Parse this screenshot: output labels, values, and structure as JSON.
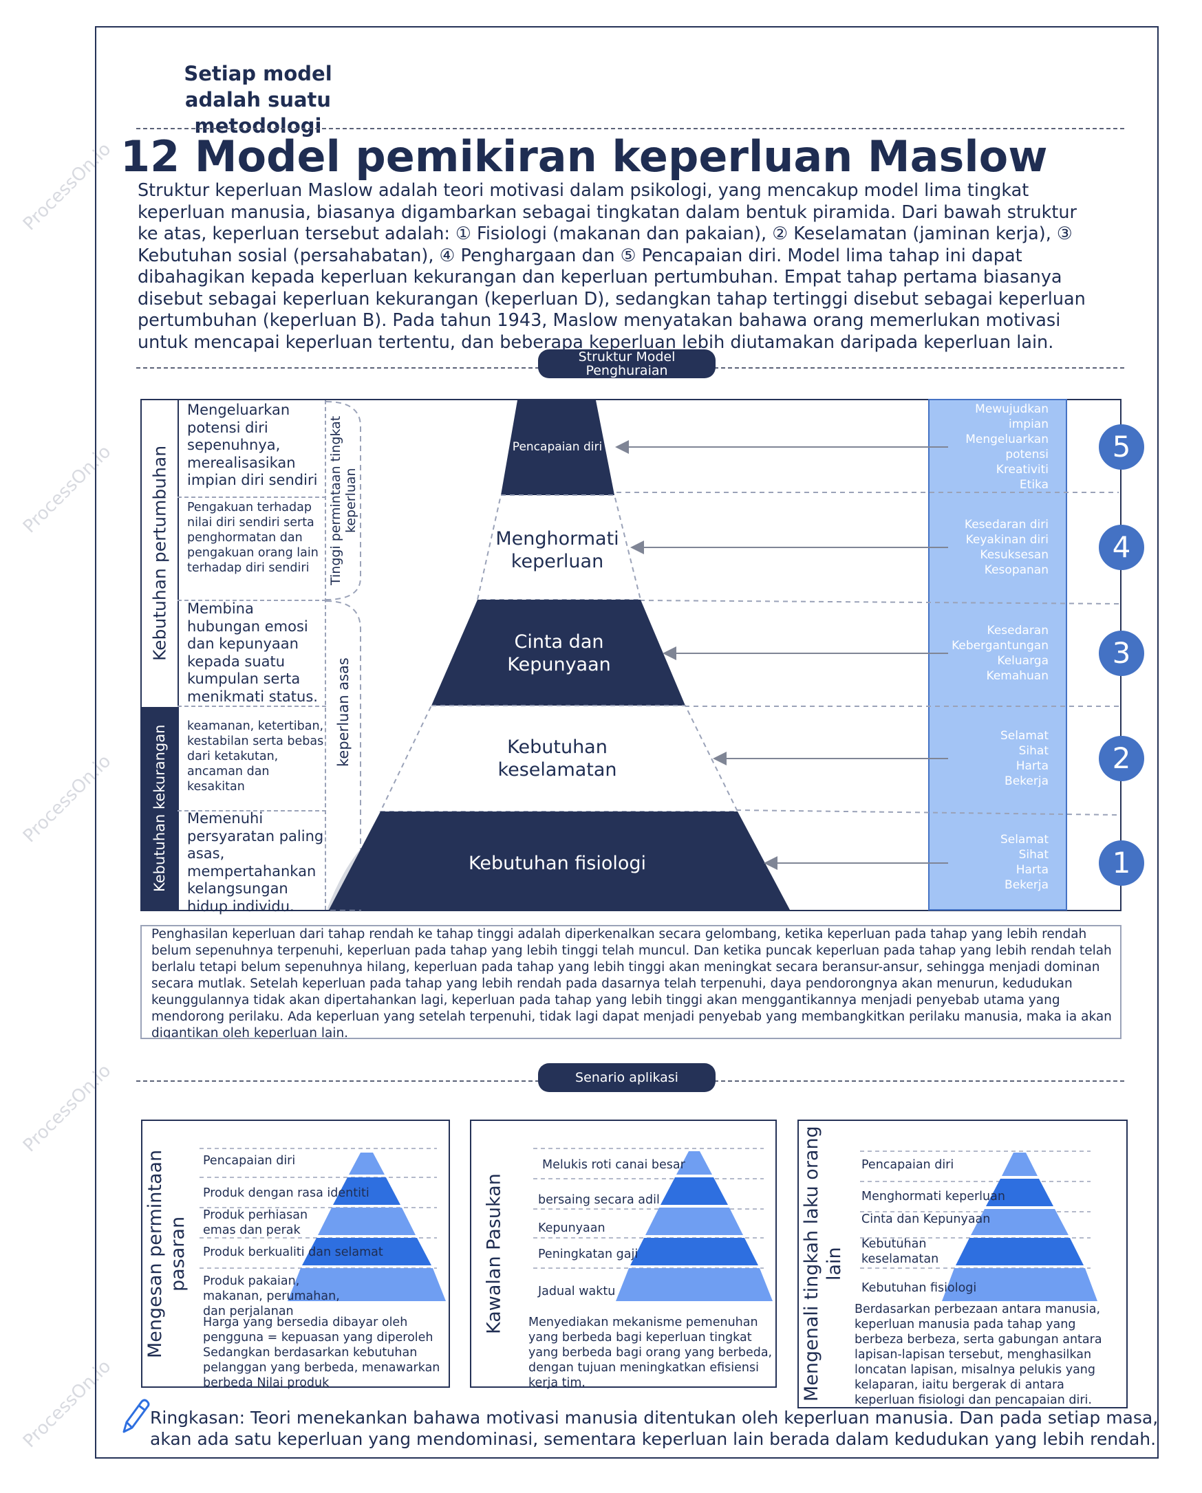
{
  "tagline": "Setiap model adalah suatu metodologi",
  "title": "12 Model pemikiran keperluan Maslow",
  "intro": "Struktur keperluan Maslow adalah teori motivasi dalam psikologi, yang mencakup model lima tingkat keperluan manusia, biasanya digambarkan sebagai tingkatan dalam bentuk piramida. Dari bawah struktur ke atas, keperluan tersebut adalah: ① Fisiologi (makanan dan pakaian), ② Keselamatan (jaminan kerja), ③ Kebutuhan sosial (persahabatan), ④ Penghargaan dan ⑤ Pencapaian diri. Model lima tahap ini dapat dibahagikan kepada keperluan kekurangan dan keperluan pertumbuhan. Empat tahap pertama biasanya disebut sebagai keperluan kekurangan (keperluan D), sedangkan tahap tertinggi disebut sebagai keperluan pertumbuhan (keperluan B). Pada tahun 1943, Maslow menyatakan bahawa orang memerlukan motivasi untuk mencapai keperluan tertentu, dan beberapa keperluan lebih diutamakan daripada keperluan lain.",
  "section1": "Struktur Model Penghuraian",
  "section2": "Senario aplikasi",
  "left_groups": {
    "growth": "Kebutuhan pertumbuhan",
    "deficiency": "Kebutuhan kekurangan"
  },
  "braces": {
    "high": "Tinggi permintaan tingkat keperluan",
    "basic": "keperluan asas"
  },
  "descriptions": [
    "Mengeluarkan potensi diri sepenuhnya, merealisasikan impian diri sendiri",
    "Pengakuan terhadap nilai diri sendiri serta penghormatan dan pengakuan orang lain terhadap diri sendiri",
    "Membina hubungan emosi dan kepunyaan kepada suatu kumpulan serta menikmati status.",
    "keamanan, ketertiban, kestabilan serta bebas dari ketakutan, ancaman dan kesakitan",
    "Memenuhi persyaratan paling asas, mempertahankan kelangsungan hidup individu."
  ],
  "pyramid": [
    {
      "label": "Pencapaian diri",
      "fill": "#253257",
      "text": "#ffffff"
    },
    {
      "label": "Menghormati keperluan",
      "fill": "#ffffff",
      "text": "#1f2d52"
    },
    {
      "label": "Cinta dan Kepunyaan",
      "fill": "#253257",
      "text": "#ffffff"
    },
    {
      "label": "Kebutuhan keselamatan",
      "fill": "#ffffff",
      "text": "#1f2d52"
    },
    {
      "label": "Kebutuhan fisiologi",
      "fill": "#253257",
      "text": "#ffffff"
    }
  ],
  "right_levels": [
    {
      "num": "5",
      "items": [
        "Mewujudkan impian",
        "Mengeluarkan potensi",
        "Kreativiti",
        "Etika"
      ]
    },
    {
      "num": "4",
      "items": [
        "Kesedaran diri",
        "Keyakinan diri",
        "Kesuksesan",
        "Kesopanan"
      ]
    },
    {
      "num": "3",
      "items": [
        "Kesedaran",
        "Kebergantungan",
        "Keluarga",
        "Kemahuan"
      ]
    },
    {
      "num": "2",
      "items": [
        "Selamat",
        "Sihat",
        "Harta",
        "Bekerja"
      ]
    },
    {
      "num": "1",
      "items": [
        "Selamat",
        "Sihat",
        "Harta",
        "Bekerja"
      ]
    }
  ],
  "explanation": "Penghasilan keperluan dari tahap rendah ke tahap tinggi adalah diperkenalkan secara gelombang, ketika keperluan pada tahap yang lebih rendah belum sepenuhnya terpenuhi, keperluan pada tahap yang lebih tinggi telah muncul. Dan ketika puncak keperluan pada tahap yang lebih rendah telah berlalu tetapi belum sepenuhnya hilang, keperluan pada tahap yang lebih tinggi akan meningkat secara beransur-ansur, sehingga menjadi dominan secara mutlak. Setelah keperluan pada tahap yang lebih rendah pada dasarnya telah terpenuhi, daya pendorongnya akan menurun, kedudukan keunggulannya tidak akan dipertahankan lagi, keperluan pada tahap yang lebih tinggi akan menggantikannya menjadi penyebab utama yang mendorong perilaku. Ada keperluan yang setelah terpenuhi, tidak lagi dapat menjadi penyebab yang membangkitkan perilaku manusia, maka ia akan digantikan oleh keperluan lain.",
  "apps": [
    {
      "title": "Mengesan permintaan pasaran",
      "labels": [
        "Pencapaian diri",
        "Produk dengan rasa identiti",
        "Produk perhiasan emas dan perak",
        "Produk berkualiti dan selamat",
        "Produk pakaian, makanan, perumahan, dan perjalanan"
      ],
      "desc": "Harga yang bersedia dibayar oleh pengguna = kepuasan yang diperoleh Sedangkan berdasarkan kebutuhan pelanggan yang berbeda, menawarkan berbeda Nilai produk"
    },
    {
      "title": "Kawalan Pasukan",
      "labels": [
        "Melukis roti canai besar",
        "bersaing secara adil",
        "Kepunyaan",
        "Peningkatan gaji",
        "Jadual waktu"
      ],
      "desc": "Menyediakan mekanisme pemenuhan yang berbeda bagi keperluan tingkat yang berbeda bagi orang yang berbeda, dengan tujuan meningkatkan efisiensi kerja tim."
    },
    {
      "title": "Mengenali tingkah laku orang lain",
      "labels": [
        "Pencapaian diri",
        "Menghormati keperluan",
        "Cinta dan Kepunyaan",
        "Kebutuhan keselamatan",
        "Kebutuhan fisiologi"
      ],
      "desc": "Berdasarkan perbezaan antara manusia, keperluan manusia pada tahap yang berbeza berbeza, serta gabungan antara lapisan-lapisan tersebut, menghasilkan loncatan lapisan, misalnya pelukis yang kelaparan, iaitu bergerak di antara keperluan fisiologi dan pencapaian diri."
    }
  ],
  "summary": "Ringkasan: Teori menekankan bahawa motivasi manusia ditentukan oleh keperluan manusia. Dan pada setiap masa, akan ada satu keperluan yang mendominasi, sementara keperluan lain berada dalam kedudukan yang lebih rendah.",
  "watermark": "ProcessOn.io",
  "colors": {
    "navy": "#253257",
    "blue": "#4472c4",
    "lightblue": "#a3c4f5",
    "mid": "#2e6fe0"
  },
  "icons": [
    "pencil-icon"
  ]
}
